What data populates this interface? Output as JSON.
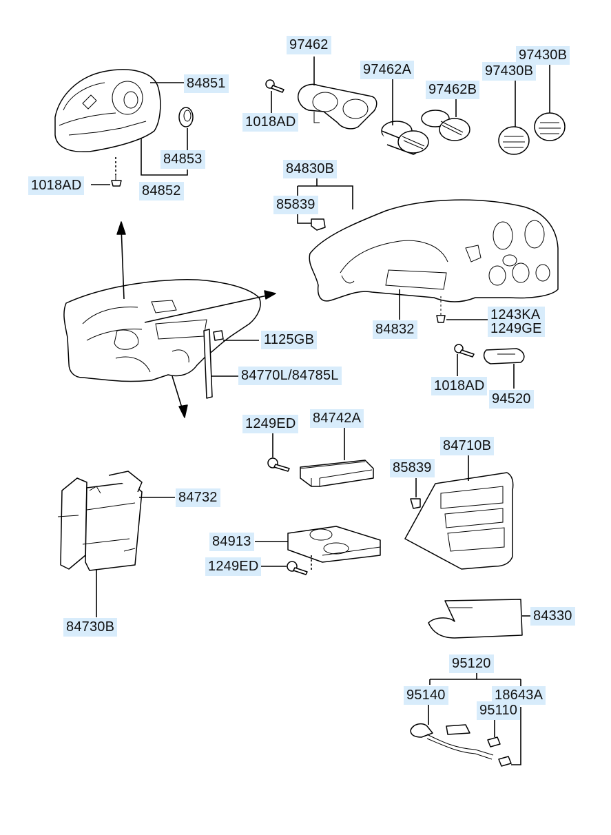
{
  "parts": {
    "p84851": "84851",
    "p84853": "84853",
    "p84852": "84852",
    "p1018AD_a": "1018AD",
    "p1018AD_b": "1018AD",
    "p1018AD_c": "1018AD",
    "p97462": "97462",
    "p97462A": "97462A",
    "p97462B": "97462B",
    "p97430B_a": "97430B",
    "p97430B_b": "97430B",
    "p84830B": "84830B",
    "p85839_a": "85839",
    "p85839_b": "85839",
    "p84832": "84832",
    "p1243KA": "1243KA",
    "p1249GE": "1249GE",
    "p94520": "94520",
    "p1125GB": "1125GB",
    "p84770L": "84770L/84785L",
    "p1249ED_a": "1249ED",
    "p1249ED_b": "1249ED",
    "p84742A": "84742A",
    "p84710B": "84710B",
    "p84732": "84732",
    "p84730B": "84730B",
    "p84913": "84913",
    "p84330": "84330",
    "p95120": "95120",
    "p95140": "95140",
    "p18643A": "18643A",
    "p95110": "95110"
  },
  "colors": {
    "label_bg": "#d8ecfb",
    "line": "#000000"
  }
}
